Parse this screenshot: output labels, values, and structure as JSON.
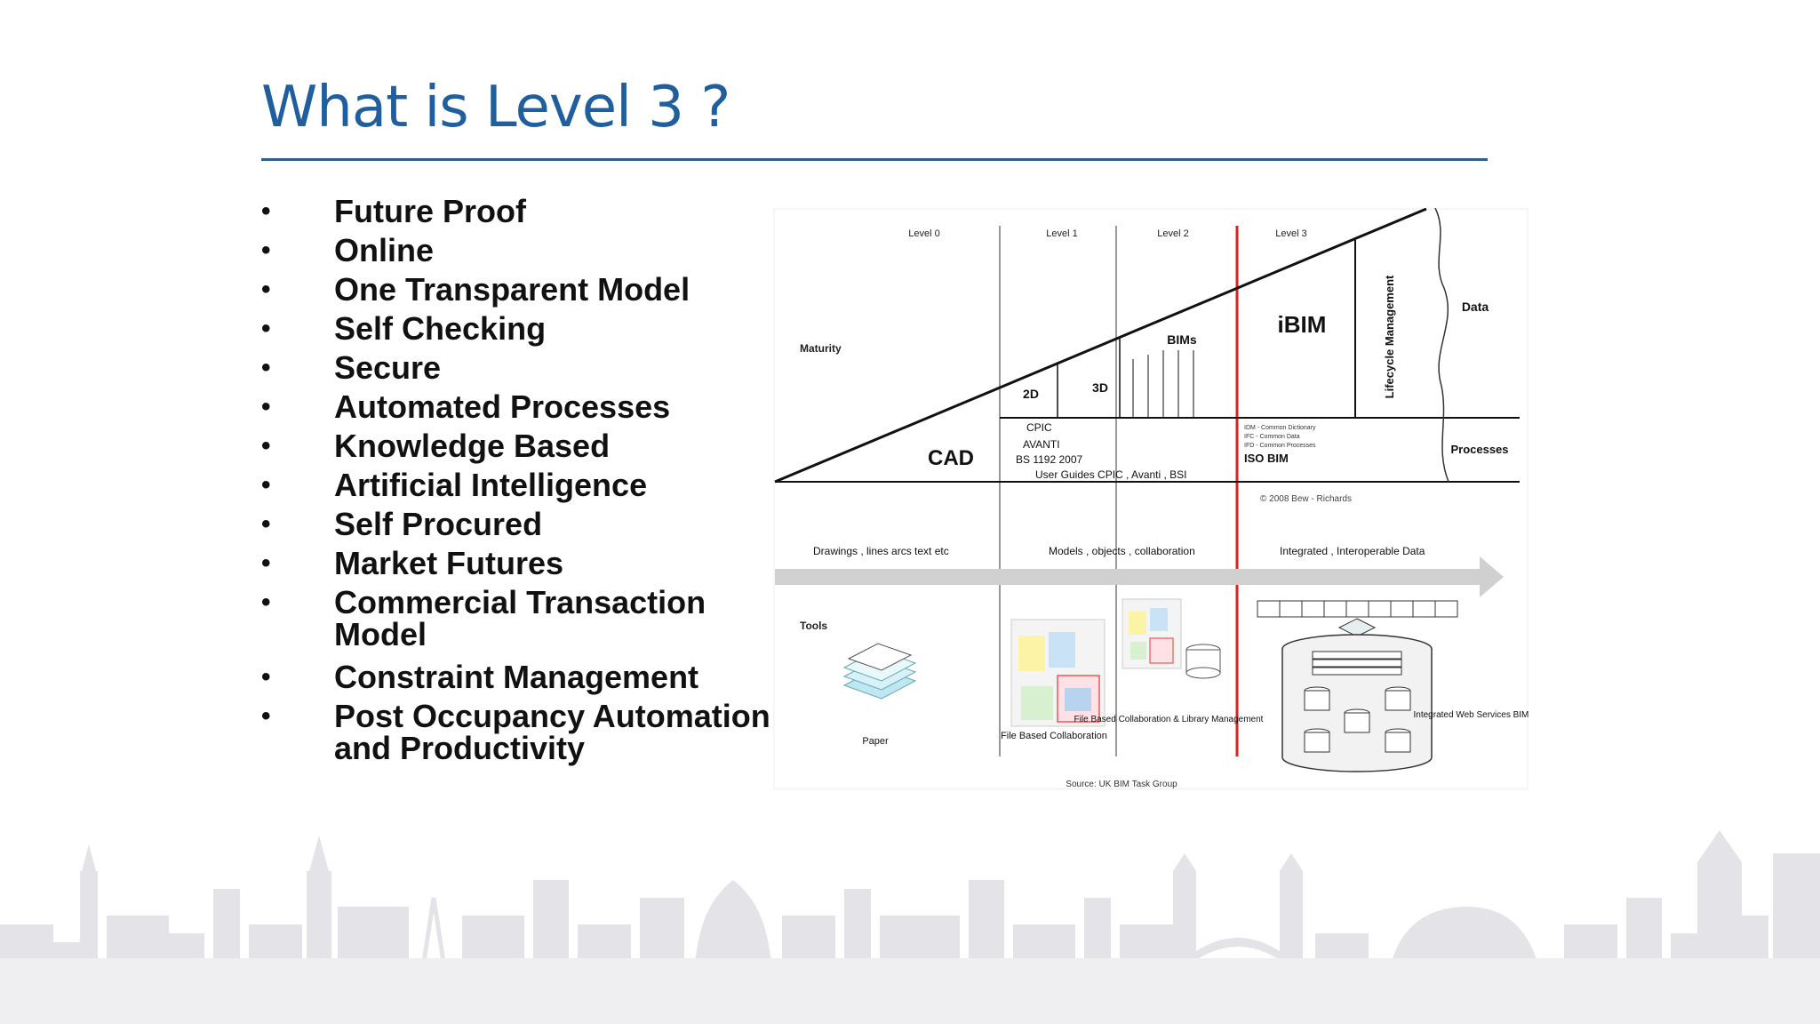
{
  "slide": {
    "title": "What is Level 3 ?",
    "bullets": [
      "Future Proof",
      "Online",
      "One Transparent Model",
      "Self Checking",
      "Secure",
      "Automated Processes",
      "Knowledge Based",
      "Artificial Intelligence",
      "Self Procured",
      "Market Futures",
      "Commercial Transaction Model",
      "Constraint Management",
      "Post Occupancy Automation and Productivity"
    ],
    "bullet_char": "•"
  },
  "diagram": {
    "levels": [
      "Level 0",
      "Level 1",
      "Level 2",
      "Level 3"
    ],
    "maturity_label": "Maturity",
    "cad_label": "CAD",
    "label_2d": "2D",
    "label_3d": "3D",
    "bims_label": "BIMs",
    "ibim_label": "iBIM",
    "lifecycle_label": "Lifecycle Management",
    "data_label": "Data",
    "processes_label": "Processes",
    "standards": [
      "CPIC",
      "AVANTI",
      "BS 1192 2007",
      "User Guides CPIC , Avanti , BSI"
    ],
    "level3_notes": [
      "IDM - Common Dictionary",
      "IFC - Common Data",
      "IFD - Common Processes"
    ],
    "iso_bim": "ISO BIM",
    "copyright": "© 2008 Bew - Richards",
    "stage_labels": [
      "Drawings ,  lines arcs text etc",
      "Models ,  objects ,  collaboration",
      "Integrated ,  Interoperable Data"
    ],
    "tools_label": "Tools",
    "paper_label": "Paper",
    "file_based_label": "File Based Collaboration",
    "file_based_library_label": "File Based Collaboration & Library Management",
    "hub_label": "Integrated Web Services BIM Hub",
    "source": "Source: UK BIM Task Group",
    "accent_red": "#e02020"
  }
}
